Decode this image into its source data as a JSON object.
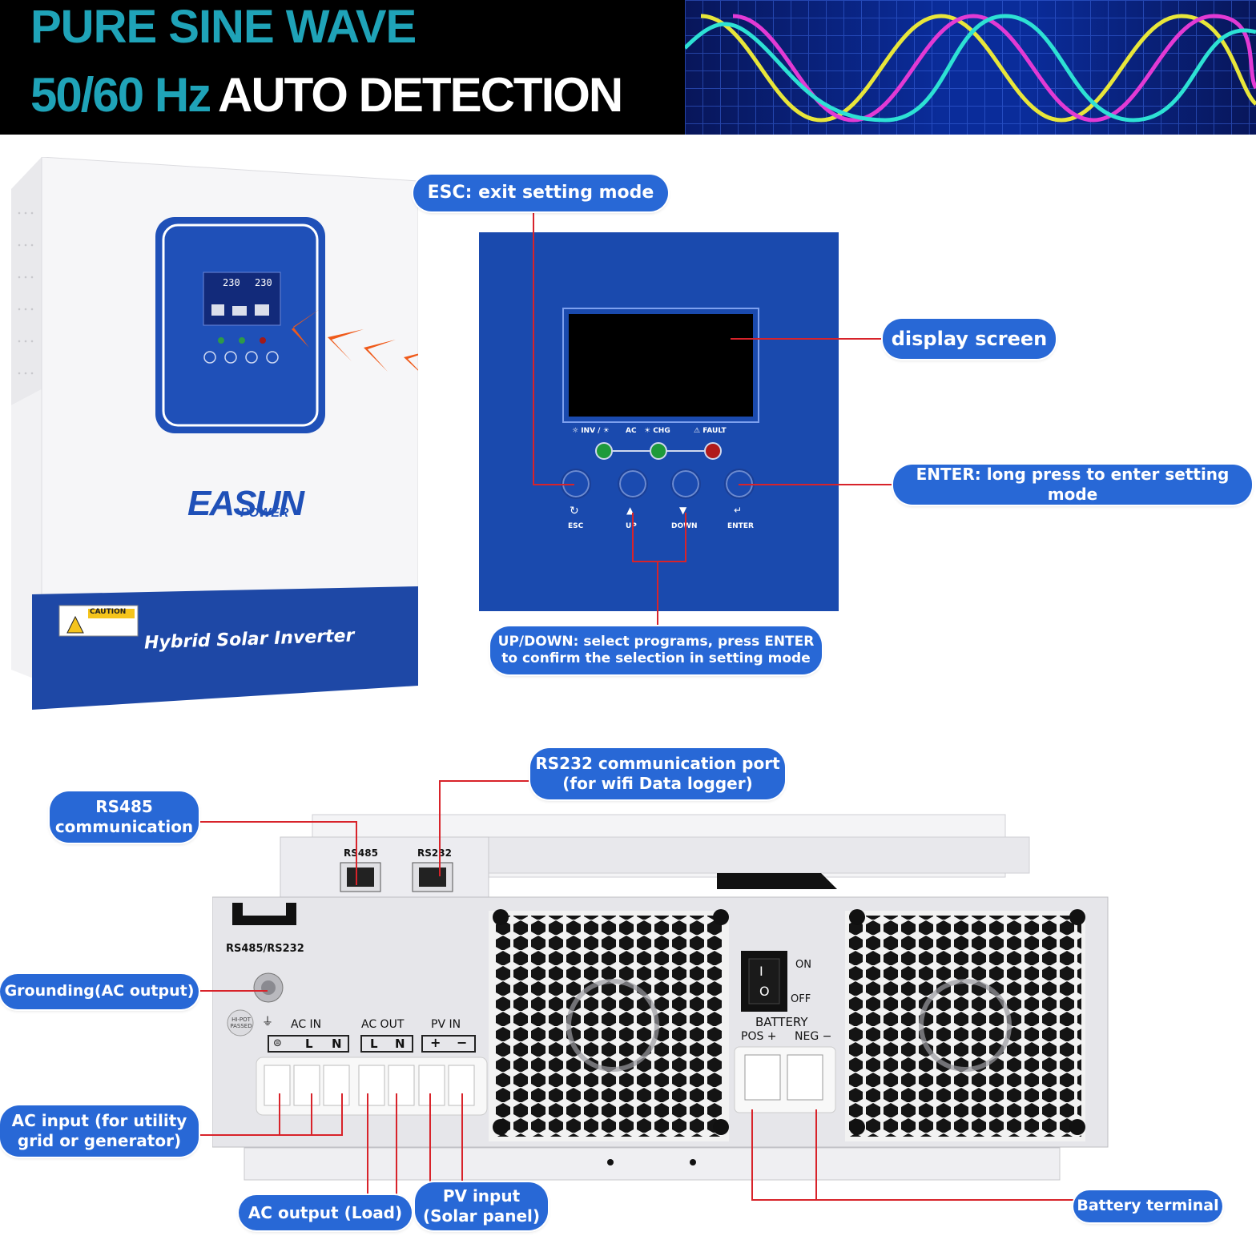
{
  "banner": {
    "line1": "PURE SINE WAVE",
    "line2_accent": "50/60 Hz",
    "line2_rest": "AUTO DETECTION"
  },
  "colors": {
    "accent": "#2868d6",
    "panel_blue": "#1a4aae",
    "title_teal": "#1fa3b8",
    "leader_red": "#d8232a",
    "led_green": "#1e9a3a",
    "led_red": "#b01a1a"
  },
  "inverter": {
    "brand_main": "EASUN",
    "brand_sub": "POWER",
    "product_name": "Hybrid Solar Inverter",
    "caution": "CAUTION",
    "lcd_input": "230",
    "lcd_output": "230"
  },
  "panel": {
    "indicators": [
      "INV /",
      "AC",
      "CHG",
      "FAULT"
    ],
    "buttons": [
      "ESC",
      "UP",
      "DOWN",
      "ENTER"
    ]
  },
  "callouts": {
    "esc": "ESC: exit setting mode",
    "display": "display screen",
    "enter": "ENTER: long press  to enter setting mode",
    "updown_1": "UP/DOWN: select programs, press ENTER",
    "updown_2": "to confirm the selection in setting mode",
    "rs232_1": "RS232 communication port",
    "rs232_2": "(for wifi Data logger)",
    "rs485_1": "RS485",
    "rs485_2": "communication",
    "grounding": "Grounding(AC output)",
    "ac_input_1": "AC input (for utility",
    "ac_input_2": "grid or generator)",
    "ac_output": "AC output (Load)",
    "pv_input_1": "PV input",
    "pv_input_2": "(Solar panel)",
    "battery": "Battery terminal"
  },
  "device": {
    "port_rs485": "RS485",
    "port_rs232": "RS232",
    "port_combo": "RS485/RS232",
    "hipot": "HI-POT PASSED",
    "ac_in": "AC IN",
    "ac_out": "AC OUT",
    "pv_in": "PV IN",
    "term_l": "L",
    "term_n": "N",
    "plus": "+",
    "minus": "−",
    "switch_on": "ON",
    "switch_off": "OFF",
    "battery": "BATTERY",
    "pos": "POS +",
    "neg": "NEG −",
    "switch_i": "I",
    "switch_o": "O"
  }
}
